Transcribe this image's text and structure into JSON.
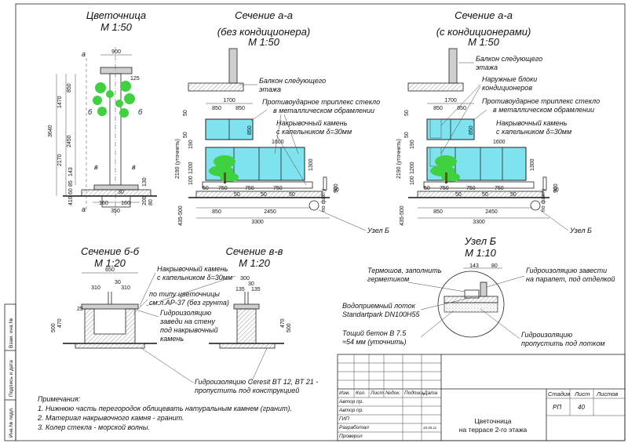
{
  "planter": {
    "title": "Цветочница",
    "scale": "М 1:50",
    "dims": {
      "top": "900",
      "d125": "125",
      "d850": "850",
      "d1470": "1470",
      "d3640": "3640",
      "d2450": "2450",
      "d2170": "2170",
      "d143": "143",
      "d85": "85",
      "d60": "60",
      "d410": "410",
      "d130": "130",
      "d30": "30",
      "d160a": "160",
      "d160b": "160",
      "d350": "350",
      "d200": "200",
      "d80": "80"
    },
    "marks": {
      "a1": "а",
      "a2": "а",
      "b1": "б",
      "b2": "б",
      "v1": "в",
      "v2": "в"
    }
  },
  "section_a1": {
    "title": "Сечение а-а",
    "subtitle": "(без кондиционера)",
    "scale": "М 1:50",
    "callouts": [
      "Балкон следующего",
      "этажа",
      "Противоударное триплекс стекло",
      "в металлическом обрамлении",
      "Накрывочный камень",
      "с капельником δ=30мм"
    ],
    "dims": {
      "w1700": "1700",
      "w850a": "850",
      "w850b": "850",
      "h850": "850",
      "w1600": "1600",
      "h50a": "50",
      "h50b": "50",
      "h190": "190",
      "h2190": "2190 (уточнить)",
      "h1200": "1200",
      "h1300": "1300",
      "h900": "900",
      "h100": "100",
      "h435": "435-500",
      "b50a": "50",
      "b750a": "750",
      "b750b": "750",
      "b750c": "750",
      "b50b": "50",
      "b50c": "50",
      "b50d": "50",
      "w850c": "850",
      "w2450": "2450",
      "w3300": "3300",
      "w30": "30",
      "floor": "по факту"
    },
    "node": "Узел Б"
  },
  "section_a2": {
    "title": "Сечение а-а",
    "subtitle": "(с кондиционерами)",
    "scale": "М 1:50",
    "callouts": [
      "Балкон следующего",
      "этажа",
      "Наружные блоки",
      "кондиционеров",
      "Противоударное триплекс стекло",
      "в металлическом обрамлении",
      "Накрывочный камень",
      "с капельником δ=30мм"
    ],
    "dims": {
      "w1700": "1700",
      "w850a": "850",
      "w850b": "850",
      "h850": "850",
      "w1600": "1600",
      "h50a": "50",
      "h50b": "50",
      "h190": "190",
      "h2190": "2190 (уточнить)",
      "h1200": "1200",
      "h1300": "1300",
      "h900": "900",
      "h100": "100",
      "h435": "435-500",
      "b50a": "50",
      "b750a": "750",
      "b750b": "750",
      "b750c": "750",
      "b50b": "50",
      "b50c": "50",
      "b50d": "50",
      "w850c": "850",
      "w2450": "2450",
      "w3300": "3300",
      "w30": "30",
      "floor": "по факту"
    },
    "node": "Узел Б"
  },
  "section_b": {
    "title": "Сечение б-б",
    "scale": "М 1:20",
    "dims": {
      "w650": "650",
      "w310a": "310",
      "w30": "30",
      "w310b": "310",
      "h25": "25",
      "h470": "470",
      "h500": "500"
    }
  },
  "section_v": {
    "title": "Сечение в-в",
    "scale": "М 1:20",
    "dims": {
      "w300": "300",
      "w30": "30",
      "w135a": "135",
      "w135b": "135",
      "h470": "470",
      "h500": "500"
    }
  },
  "middle_notes": [
    "Накрывочный камень",
    "с капельником δ=30мм",
    "по типу цветочницы",
    "см.л.АР-37 (без грунта)",
    "Гидроизоляцию",
    "заведи на стену",
    "под накрывочный",
    "камень",
    "Гидроизоляцию Ceresit BT 12, BT 21 -",
    "пропустить под конструкцией"
  ],
  "node_b": {
    "title": "Узел Б",
    "scale": "М 1:10",
    "dims": {
      "d143": "143",
      "d80": "80"
    },
    "notes": [
      "Термошов, заполнить",
      "герметиком",
      "Гидроизоляцию завести",
      "на парапет, под отделкой",
      "Водоприемный лоток",
      "Standartpark DN100H55",
      "Тощий бетон В 7.5",
      "≈54 мм (уточнить)",
      "Гидроизоляцию",
      "пропустить под лотком"
    ]
  },
  "remarks": {
    "heading": "Примечания:",
    "items": [
      "1. Нижнюю часть перегородок облицевать натуральным камнем (гранит).",
      "2. Материал накрывочного камня - гранит.",
      "3. Колер стекла - морской волны."
    ]
  },
  "stamp": {
    "cols": [
      "Изм.",
      "Кол.",
      "Лист",
      "№док.",
      "Подпись",
      "Дата"
    ],
    "roles": [
      "Автор пр.",
      "Автор пр.",
      "ГИП",
      "Разработал",
      "Проверил"
    ],
    "date": "15.05.11",
    "stage_h": "Стадия",
    "sheet_h": "Лист",
    "sheets_h": "Листов",
    "stage": "РП",
    "sheet": "40",
    "sheets": "",
    "desc1": "Цветочница",
    "desc2": "на террасе 2-го этажа"
  },
  "side": [
    "Взам. инв.№",
    "Подпись и дата",
    "Инв.№ подл."
  ]
}
